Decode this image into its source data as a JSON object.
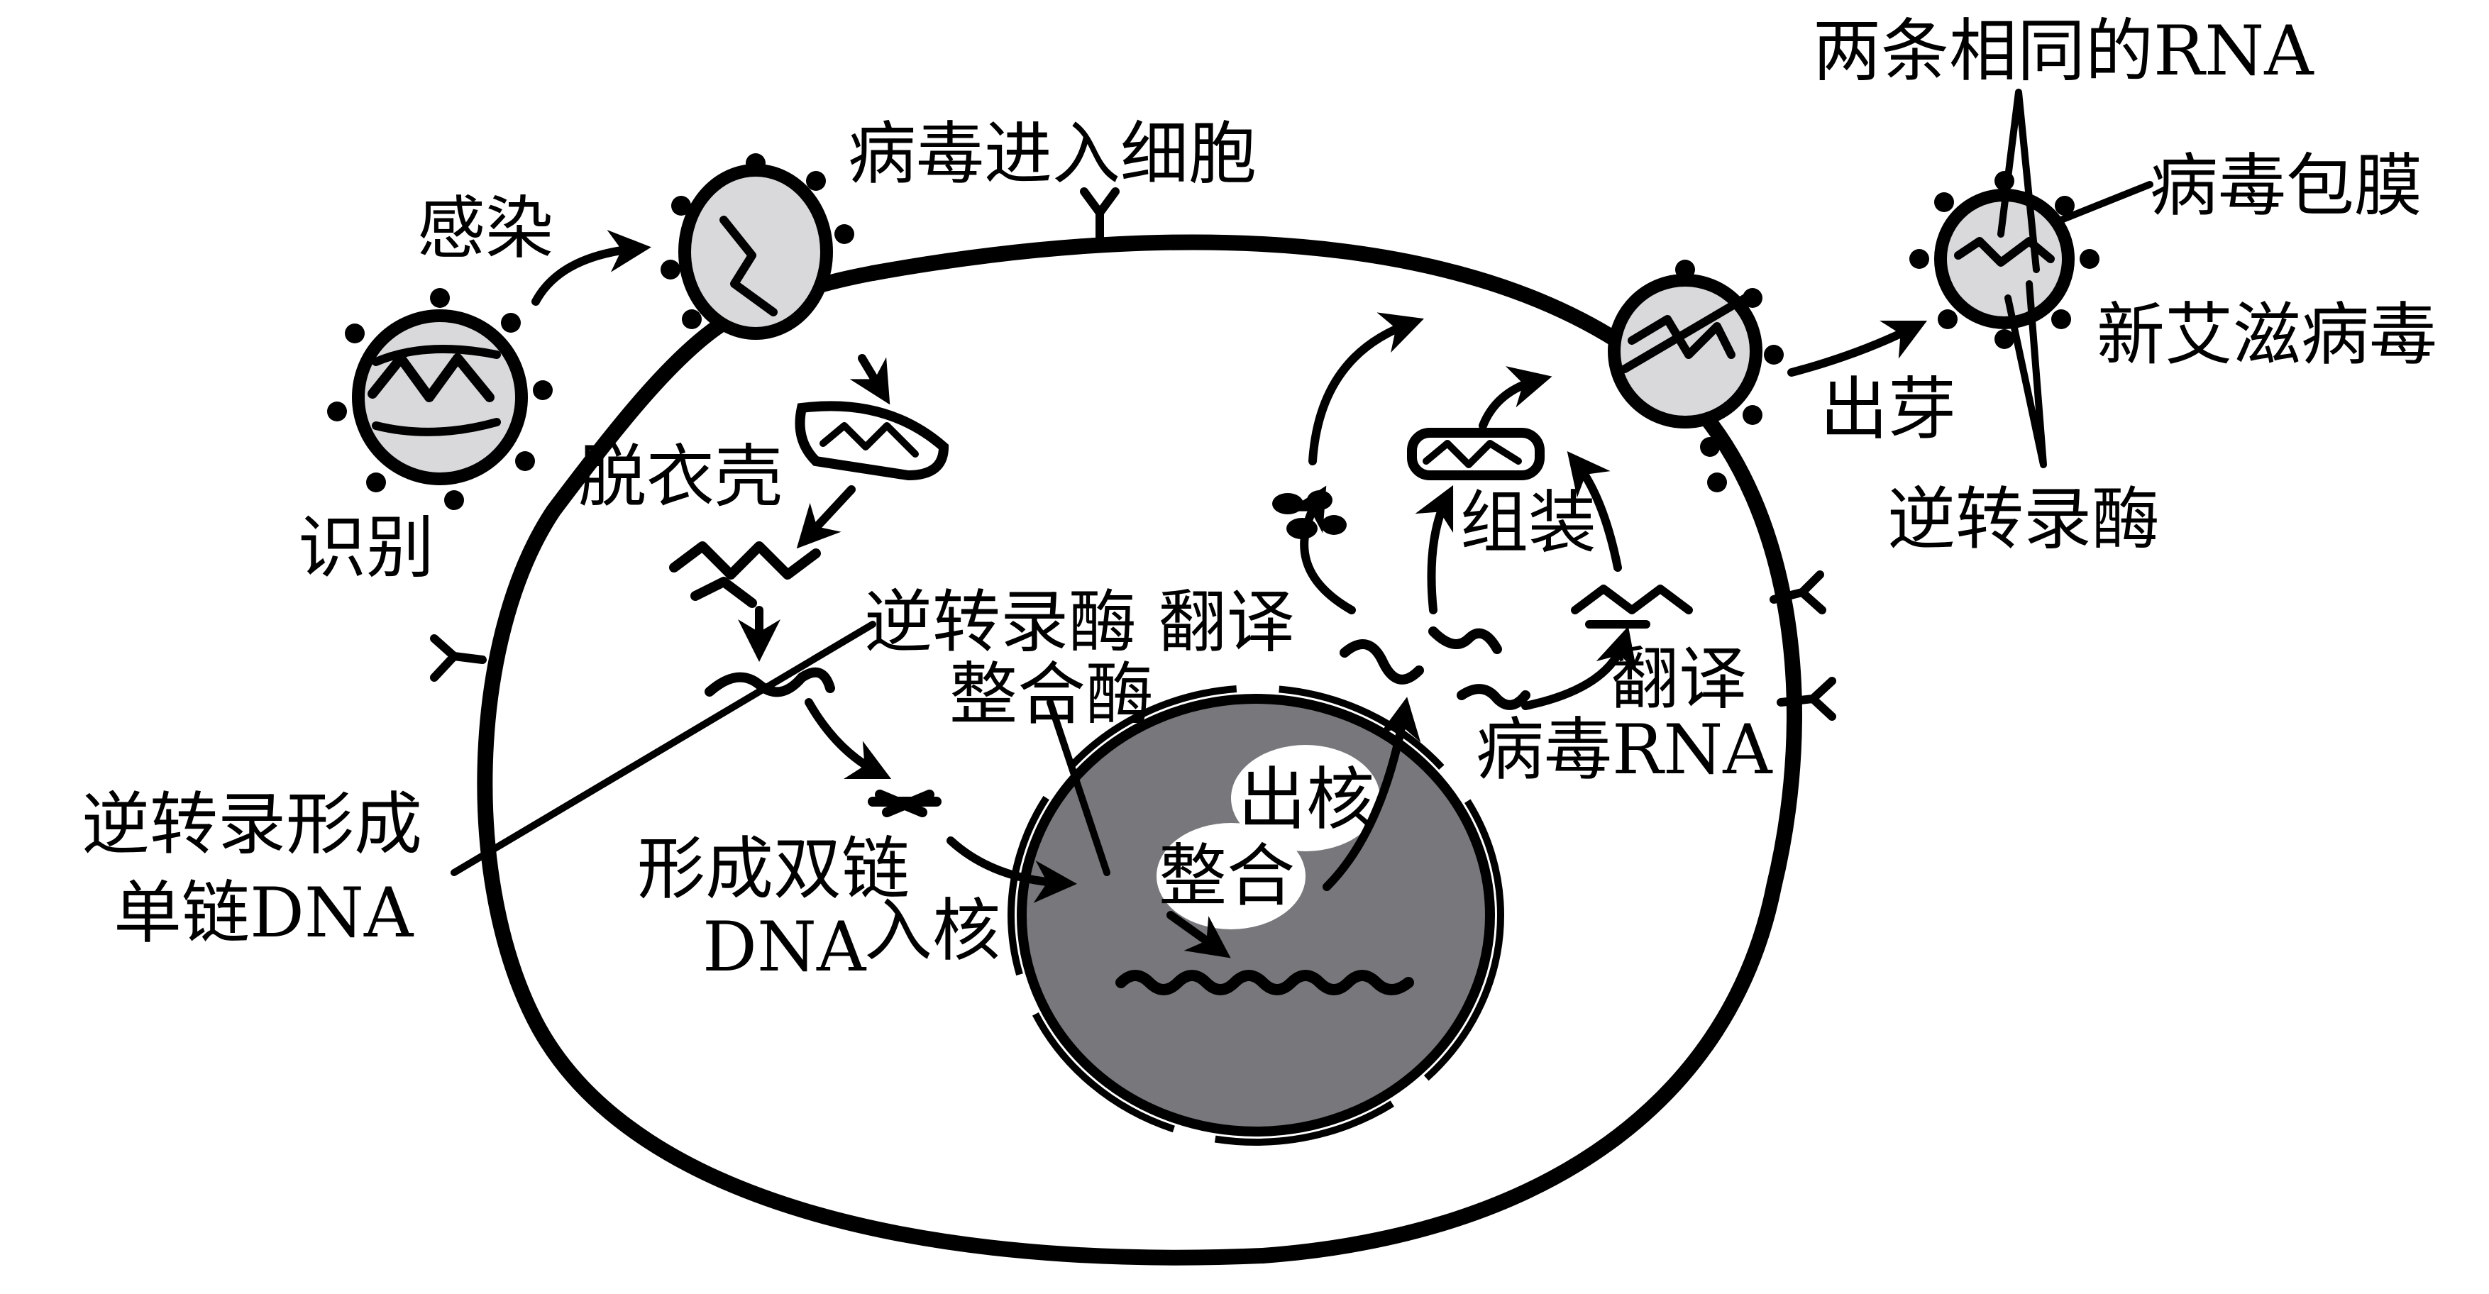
{
  "title": "HIV life cycle diagram",
  "colors": {
    "ink": "#000000",
    "virus_fill": "#d9d9dc",
    "nucleus_fill": "#77777c",
    "background": "#ffffff"
  },
  "labels": {
    "two_identical_rna": "两条相同的RNA",
    "viral_envelope": "病毒包膜",
    "new_hiv": "新艾滋病毒",
    "budding": "出芽",
    "reverse_transcriptase_right": "逆转录酶",
    "virus_enters_cell": "病毒进入细胞",
    "infection": "感染",
    "recognition": "识别",
    "uncoating": "脱衣壳",
    "reverse_transcriptase_translation": "逆转录酶 翻译",
    "integrase": "整合酶",
    "reverse_transcription_line1": "逆转录形成",
    "reverse_transcription_line2": "单链DNA",
    "double_strand_line1": "形成双链",
    "double_strand_line2": "DNA",
    "enter_nucleus": "入核",
    "exit_nucleus": "出核",
    "integration": "整合",
    "assembly": "组装",
    "translation_right": "翻译",
    "viral_rna": "病毒RNA"
  }
}
